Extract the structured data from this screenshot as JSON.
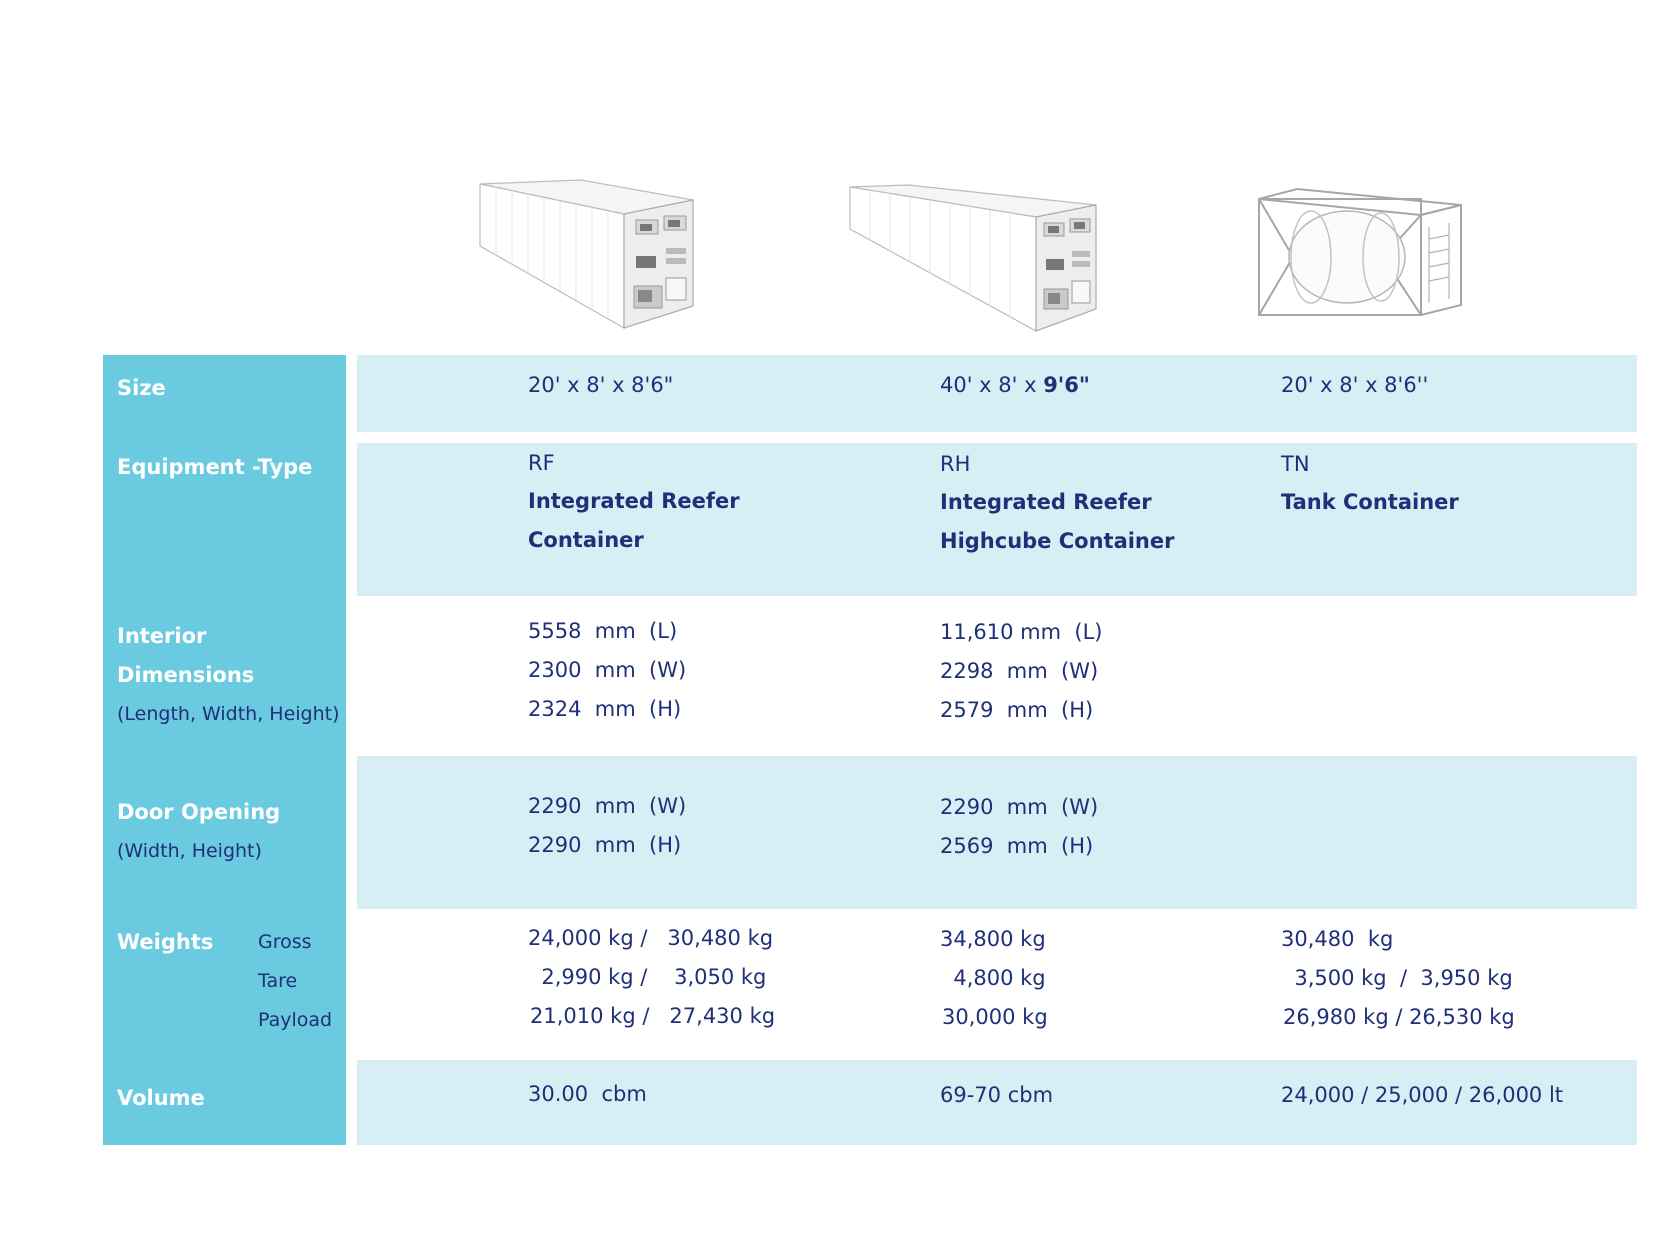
{
  "rows": {
    "size": {
      "label": "Size"
    },
    "equipment": {
      "label": "Equipment -Type"
    },
    "interior": {
      "label1": "Interior",
      "label2": "Dimensions",
      "sub": "(Length, Width, Height)"
    },
    "door": {
      "label": "Door Opening",
      "sub": "(Width, Height)"
    },
    "weights": {
      "label": "Weights",
      "gross": "Gross",
      "tare": "Tare",
      "payload": "Payload"
    },
    "volume": {
      "label": "Volume"
    }
  },
  "columns": [
    {
      "illustration": "reefer-container-20ft",
      "size": "20' x 8' x 8'6\"",
      "code": "RF",
      "name1": "Integrated Reefer",
      "name2": "Container",
      "interior": [
        "5558  mm  (L)",
        "2300  mm  (W)",
        "2324  mm  (H)"
      ],
      "door": [
        "2290  mm  (W)",
        "2290  mm  (H)"
      ],
      "weights": [
        "24,000 kg /   30,480 kg",
        "  2,990 kg /    3,050 kg",
        "21,010 kg /   27,430 kg"
      ],
      "volume": "30.00  cbm"
    },
    {
      "illustration": "reefer-container-40ft-highcube",
      "size_prefix": "40' x 8' x ",
      "size_bold": "9'6\"",
      "code": "RH",
      "name1": "Integrated Reefer",
      "name2": "Highcube Container",
      "interior": [
        "11,610 mm  (L)",
        "2298  mm  (W)",
        "2579  mm  (H)"
      ],
      "door": [
        "2290  mm  (W)",
        "2569  mm  (H)"
      ],
      "weights": [
        "34,800 kg",
        "  4,800 kg",
        "30,000 kg"
      ],
      "volume": "69-70 cbm"
    },
    {
      "illustration": "tank-container-20ft",
      "size": "20' x 8' x 8'6''",
      "code": "TN",
      "name1": "Tank Container",
      "weights": [
        "30,480  kg",
        "  3,500 kg  /  3,950 kg",
        "26,980 kg / 26,530 kg"
      ],
      "volume": "24,000 / 25,000 / 26,000 lt"
    }
  ]
}
